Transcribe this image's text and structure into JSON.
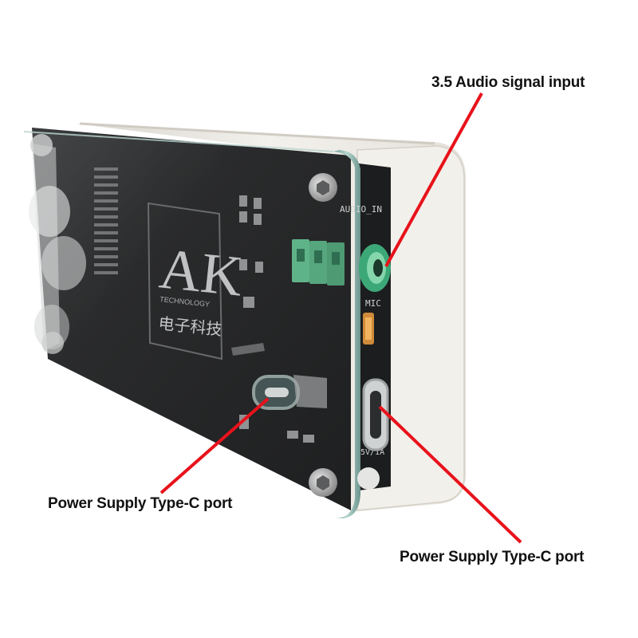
{
  "callouts": {
    "audio_input": "3.5 Audio signal input",
    "typec_front": "Power Supply Type-C port",
    "typec_side": "Power Supply Type-C port"
  },
  "board_silkscreen": {
    "logo": "AK",
    "logo_sub": "TECHNOLOGY",
    "chinese": "电子科技",
    "audio_in": "AUDIO_IN",
    "mic": "MIC",
    "power": "5V/1A"
  },
  "colors": {
    "callout_line": "#e8121b",
    "label_text": "#111111",
    "enclosure": "#eeebe4",
    "pcb": "#1a1b1c",
    "acrylic_edge": "#8fb8b0",
    "jack": "#4fc08a"
  }
}
